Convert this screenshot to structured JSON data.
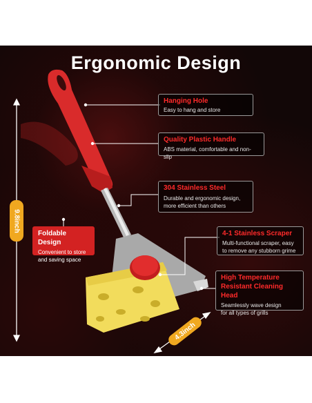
{
  "title": "Ergonomic Design",
  "callouts": {
    "hanging_hole": {
      "heading": "Hanging Hole",
      "desc": "Easy to hang and store"
    },
    "plastic_handle": {
      "heading": "Quality Plastic Handle",
      "desc": "ABS material, comfortable and non-slip"
    },
    "stainless_steel": {
      "heading": "304 Stainless Steel",
      "desc1": "Durable and ergonomic design,",
      "desc2": "more efficient than others"
    },
    "foldable": {
      "heading": "Foldable Design",
      "desc1": "Convenient to store",
      "desc2": "and saving space"
    },
    "scraper": {
      "heading": "4-1 Stainless Scraper",
      "desc1": "Multi-functional scraper, easy",
      "desc2": "to remove any stubborn grime"
    },
    "cleaning_head": {
      "heading1": "High Temperature",
      "heading2": "Resistant Cleaning Head",
      "desc1": "Seamlessly wave design",
      "desc2": "for all types of grills"
    }
  },
  "dimensions": {
    "length": "9.8inch",
    "width": "4.3inch"
  },
  "colors": {
    "accent_red": "#d32222",
    "label_orange": "#f0a820"
  }
}
